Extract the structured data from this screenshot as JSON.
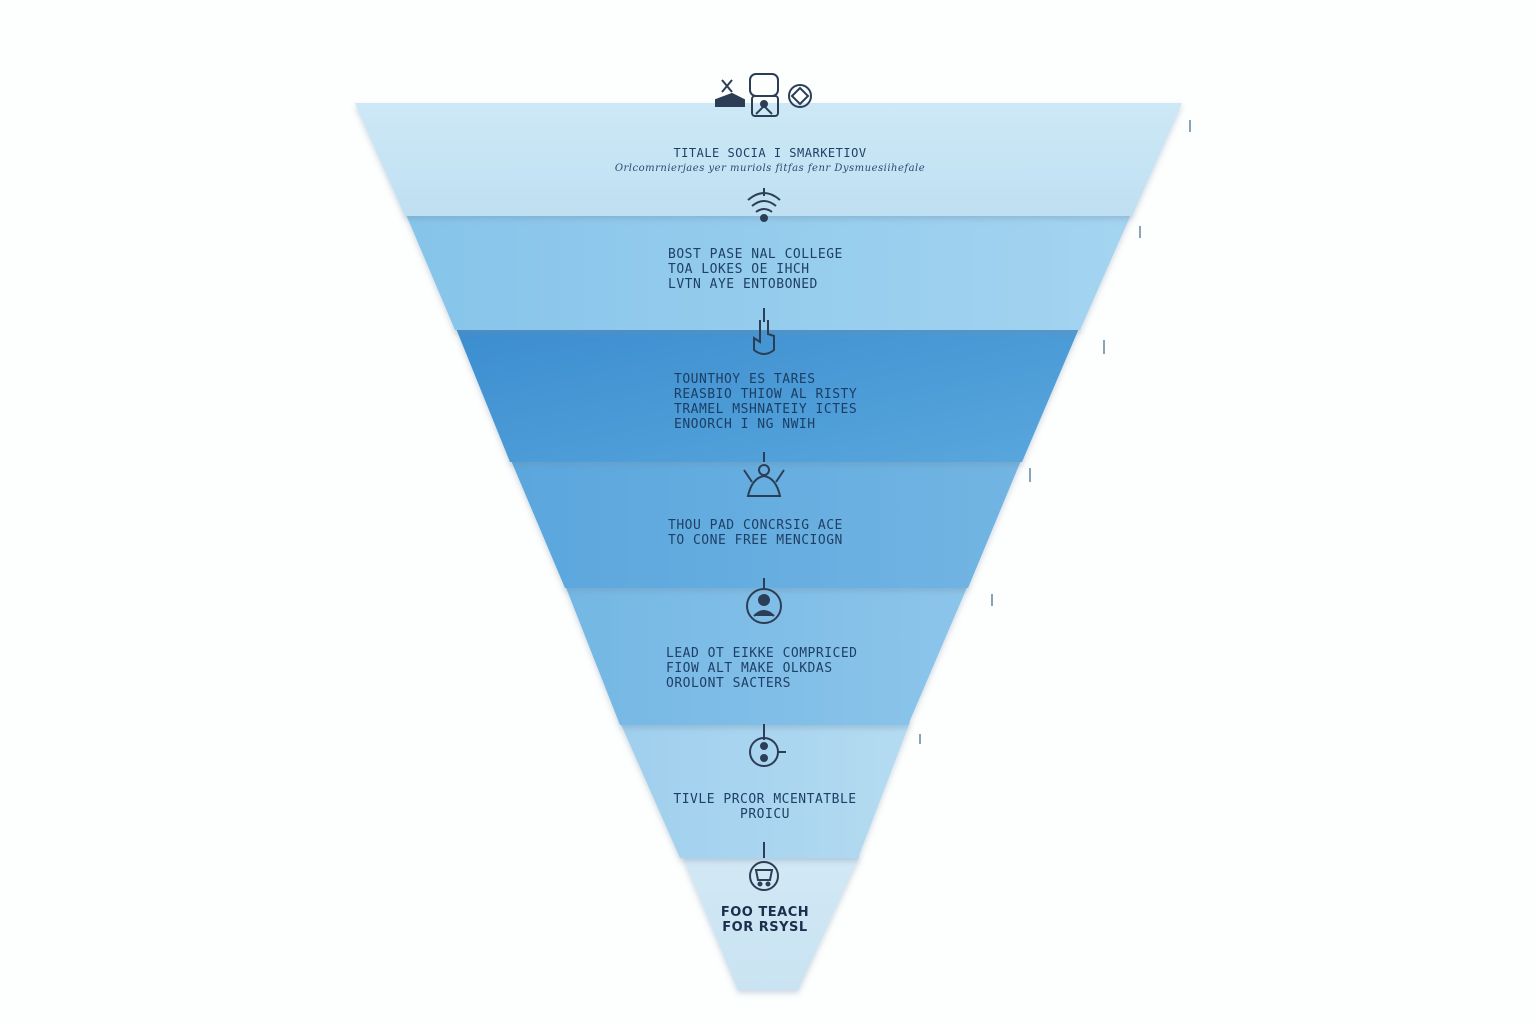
{
  "colors": {
    "background": "#fdfefe",
    "text": "#1f3f66",
    "icon": "#2c3e56",
    "layer_fills": [
      "#c6e4f4",
      "#92cbec",
      "#4a98d4",
      "#62aadf",
      "#7cbbe6",
      "#a6d3ef",
      "#cfe6f4"
    ]
  },
  "top_icons": [
    "tools-icon",
    "monitor-user-icon",
    "tag-icon"
  ],
  "layers": [
    {
      "icon": "tools-icon",
      "lines": [
        "TITALE SOCIA I SMARKETIOV"
      ],
      "sub": "Orlcomrnierjaes yer muriols fitfas fenr Dysmuesiihefale"
    },
    {
      "icon": "broadcast-icon",
      "lines": [
        "BOST PASE NAL COLLEGE",
        "TOA LOKES OE IHCH",
        "LVTN AYE ENTOBONED"
      ]
    },
    {
      "icon": "pointer-hand-icon",
      "lines": [
        "TOUNTHOY ES TARES",
        "REASBIO THIOW AL RISTY",
        "TRAMEL MSHNATEIY ICTES",
        "ENOORCH I NG NWIH"
      ]
    },
    {
      "icon": "person-icon",
      "lines": [
        "THOU PAD CONCRSIG ACE",
        "TO CONE FREE MENCIOGN"
      ]
    },
    {
      "icon": "user-circle-icon",
      "lines": [
        "LEAD OT EIKKE COMPRICED",
        "FIOW ALT MAKE OLKDAS",
        "OROLONT SACTERS"
      ]
    },
    {
      "icon": "target-icon",
      "lines": [
        "TIVLE PRCOR MCENTATBLE",
        "PROICU"
      ]
    },
    {
      "icon": "cart-icon",
      "lines": [
        "FOO TEACH",
        "FOR RSYSL"
      ]
    }
  ]
}
